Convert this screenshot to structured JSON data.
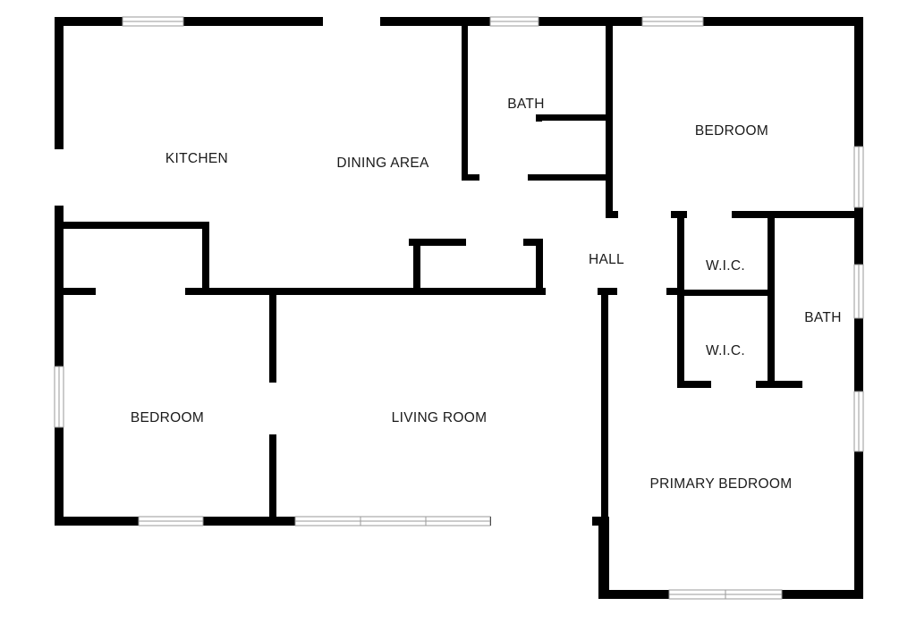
{
  "floor_plan": {
    "rooms": {
      "kitchen": "KITCHEN",
      "dining_area": "DINING AREA",
      "bath_upper": "BATH",
      "bedroom_upper_right": "BEDROOM",
      "hall": "HALL",
      "wic_upper": "W.I.C.",
      "bath_right": "BATH",
      "wic_lower": "W.I.C.",
      "bedroom_left": "BEDROOM",
      "living_room": "LIVING ROOM",
      "primary_bedroom": "PRIMARY BEDROOM"
    },
    "colors": {
      "wall": "#000000",
      "background": "#ffffff",
      "window_frame": "#9a9a9a"
    }
  }
}
